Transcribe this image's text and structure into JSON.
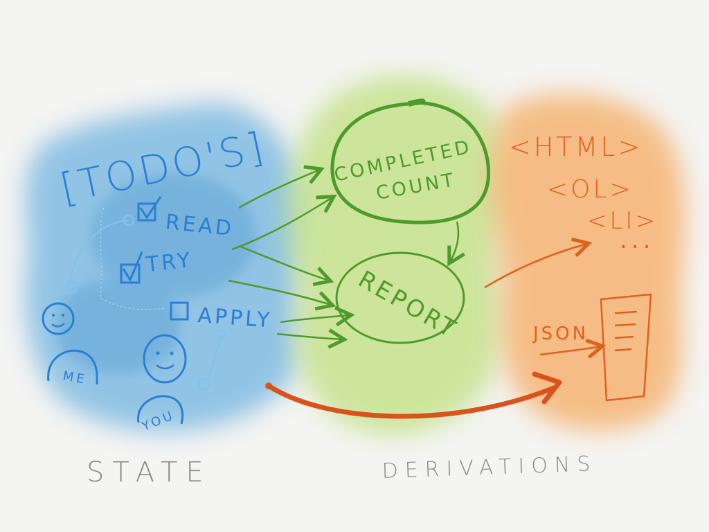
{
  "colors": {
    "background": "#f4f4f2",
    "state_wash": "#6fb3e0",
    "derivation_wash": "#b8dc7a",
    "output_wash": "#f6b06a",
    "blue_ink": "#2a7fd4",
    "green_ink": "#4f9a2c",
    "orange_ink": "#e0601f",
    "label_gray": "#8a8a8a"
  },
  "state": {
    "title": "[TODO'S]",
    "todos": [
      {
        "label": "READ",
        "checked": true
      },
      {
        "label": "TRY",
        "checked": true
      },
      {
        "label": "APPLY",
        "checked": false
      }
    ],
    "users": [
      "ME",
      "YOU"
    ],
    "section_label": "STATE"
  },
  "derivations": {
    "completed_count": [
      "COMPLETED",
      "COUNT"
    ],
    "report": "REPORT",
    "section_label": "DERIVATIONS"
  },
  "outputs": {
    "html_tags": [
      "<HTML>",
      "<OL>",
      "<LI>"
    ],
    "ellipsis": "...",
    "json": "JSON",
    "document_icon": "document-icon"
  }
}
